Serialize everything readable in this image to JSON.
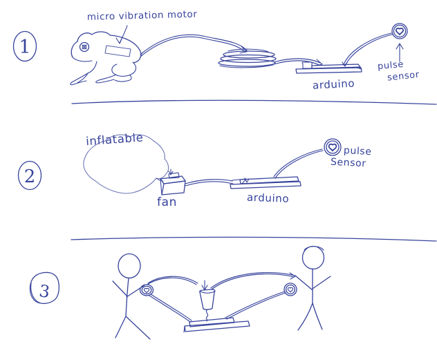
{
  "sketch": {
    "ink_color": "#36439b",
    "paper_color": "#ffffff",
    "section1": {
      "number": "1",
      "motor_label": "micro vibration motor",
      "arduino_label": "arduino",
      "pulse_label_line1": "pulse",
      "pulse_label_line2": "sensor",
      "icons": [
        "frog",
        "coiled-wire",
        "arduino-board",
        "pulse-sensor",
        "heart"
      ]
    },
    "section2": {
      "number": "2",
      "inflatable_label": "inflatable",
      "fan_label": "fan",
      "arduino_label": "arduino",
      "pulse_label_line1": "pulse",
      "pulse_label_line2": "Sensor",
      "icons": [
        "inflatable-blob",
        "fan-box",
        "arduino-board",
        "pulse-sensor",
        "heart"
      ]
    },
    "section3": {
      "number": "3",
      "icons": [
        "stick-figure-left",
        "stick-figure-right",
        "pulse-sensor-left",
        "pulse-sensor-right",
        "cup",
        "arduino-board"
      ]
    }
  }
}
